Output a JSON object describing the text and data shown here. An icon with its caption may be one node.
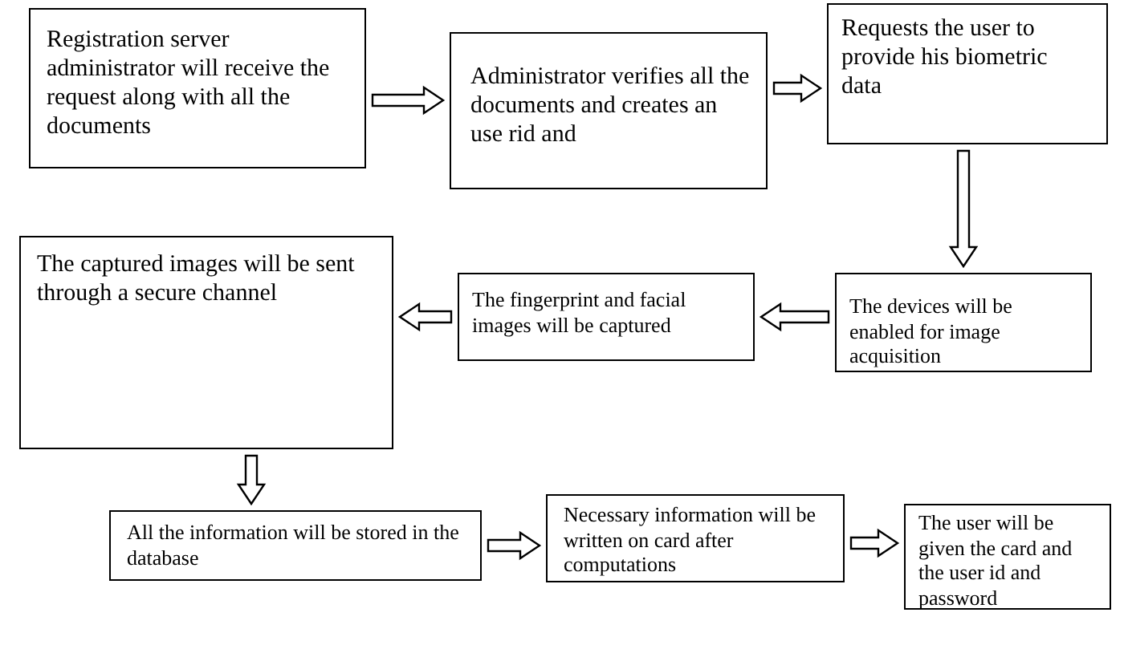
{
  "diagram": {
    "nodes": [
      {
        "text": [
          "Registration server administrator will receive the request along with all the documents"
        ]
      },
      {
        "text": [
          "Administrator verifies all the documents and creates an use rid and"
        ]
      },
      {
        "text": [
          "Requests the user to provide his biometric data"
        ]
      },
      {
        "text": [
          "The devices will be enabled for image acquisition"
        ]
      },
      {
        "text": [
          "The fingerprint and facial images will be captured"
        ]
      },
      {
        "text": [
          "The captured images will be sent through a secure channel"
        ]
      },
      {
        "text": [
          "All the information will be stored in the database"
        ]
      },
      {
        "text": [
          "Necessary information will be written on card after computations"
        ]
      },
      {
        "text": [
          "The user will be given the card and the user id and password"
        ]
      }
    ],
    "edges": [
      {
        "from": 0,
        "to": 1,
        "arrow": "to"
      },
      {
        "from": 1,
        "to": 2,
        "arrow": "to"
      },
      {
        "from": 2,
        "to": 3,
        "arrow": "to"
      },
      {
        "from": 3,
        "to": 4,
        "arrow": "to"
      },
      {
        "from": 4,
        "to": 5,
        "arrow": "to"
      },
      {
        "from": 5,
        "to": 6,
        "arrow": "to"
      },
      {
        "from": 6,
        "to": 7,
        "arrow": "to"
      },
      {
        "from": 7,
        "to": 8,
        "arrow": "to"
      }
    ]
  }
}
